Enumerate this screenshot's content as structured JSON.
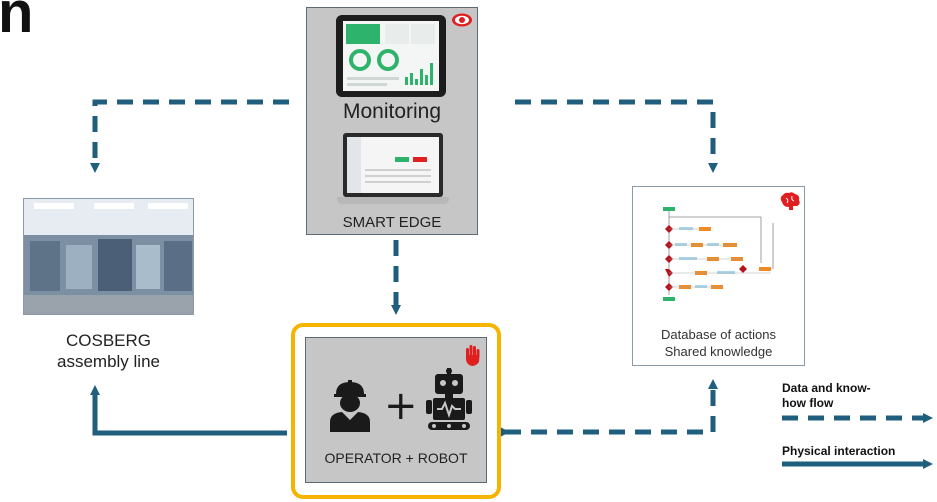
{
  "corner_text": "n",
  "monitoring": {
    "title": "Monitoring",
    "caption": "SMART EDGE",
    "eye_icon": "eye-icon"
  },
  "assembly_line": {
    "line1": "COSBERG",
    "line2": "assembly line",
    "photo": "assembly-line-photo"
  },
  "operator_robot": {
    "caption": "OPERATOR + ROBOT",
    "plus": "+",
    "hand_icon": "stop-hand-icon",
    "operator_icon": "worker-icon",
    "robot_icon": "robot-icon"
  },
  "database": {
    "line1": "Database of actions",
    "line2": "Shared knowledge",
    "brain_icon": "brain-icon"
  },
  "legend": {
    "data_flow_line1": "Data and know-",
    "data_flow_line2": "how flow",
    "physical": "Physical interaction"
  },
  "colors": {
    "flow": "#1f5f7d",
    "box_bg": "#c6c6c6",
    "box_border": "#5b6a74",
    "highlight": "#f4b400",
    "alert_red": "#e02020",
    "tablet_green": "#2db36b"
  }
}
